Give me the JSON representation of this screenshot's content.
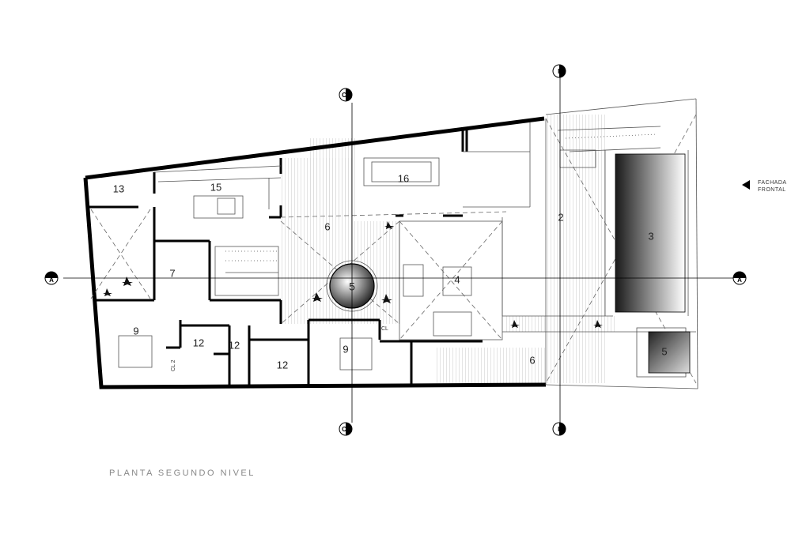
{
  "title": "PLANTA SEGUNDO NIVEL",
  "facade_label": [
    "FACHADA",
    "FRONTAL"
  ],
  "section_markers": {
    "A": "A",
    "B": "B",
    "C": "C"
  },
  "rooms": {
    "r13": "13",
    "r15": "15",
    "r16": "16",
    "r2": "2",
    "r3": "3",
    "r6a": "6",
    "r6b": "6",
    "r5a": "5",
    "r5b": "5",
    "r4": "4",
    "r7": "7",
    "r9a": "9",
    "r9b": "9",
    "r12a": "12",
    "r12b": "12",
    "r12c": "12"
  },
  "small_labels": {
    "cl1": "CL",
    "cl2": "CL 2"
  }
}
